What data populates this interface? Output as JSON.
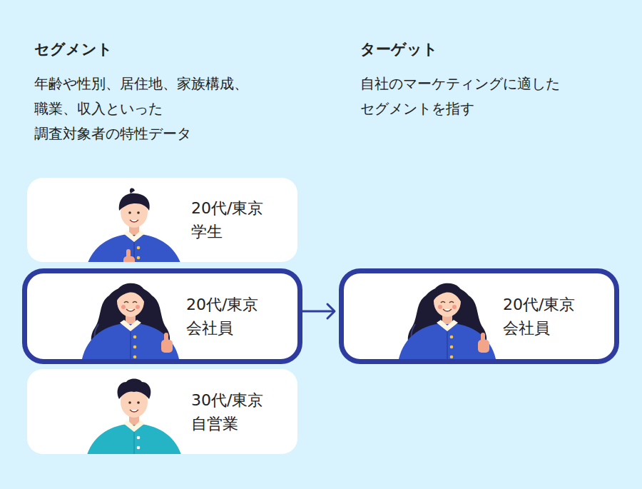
{
  "diagram": {
    "nodes": [
      {
        "text": [
          "20代/東京 学生"
        ]
      },
      {
        "text": [
          "20代/東京 会社員"
        ]
      },
      {
        "text": [
          "30代/東京 自営業"
        ]
      },
      {
        "text": [
          "20代/東京 会社員"
        ]
      }
    ],
    "edges": [
      {
        "from": 1,
        "to": 3,
        "arrow": "to"
      }
    ],
    "labels": [
      "セグメント",
      "年齢や性別、居住地、家族構成、 職業、収入といった 調査対象者の特性データ",
      "ターゲット",
      "自社のマーケティングに適した セグメントを指す"
    ]
  }
}
